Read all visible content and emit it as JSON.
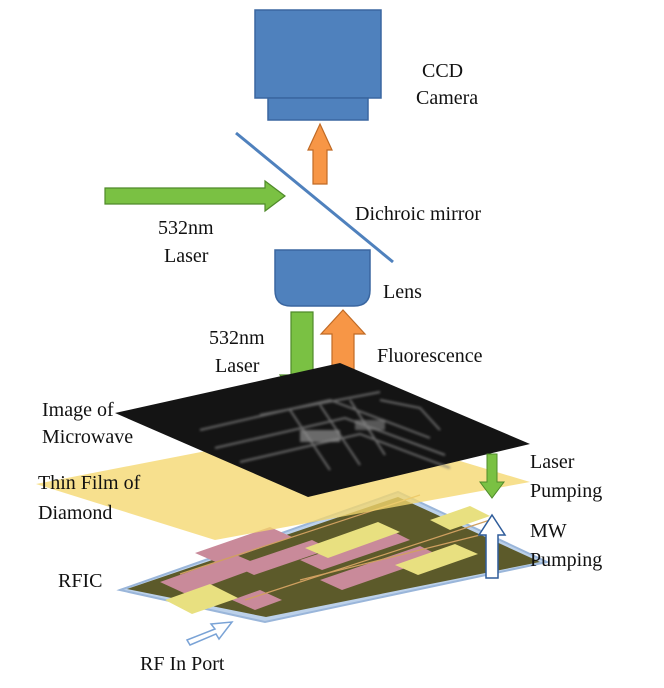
{
  "labels": {
    "ccd_line1": "CCD",
    "ccd_line2": "Camera",
    "laser_top_line1": "532nm",
    "laser_top_line2": "Laser",
    "dichroic": "Dichroic mirror",
    "lens": "Lens",
    "laser_mid_line1": "532nm",
    "laser_mid_line2": "Laser",
    "fluorescence": "Fluorescence",
    "image_line1": "Image of",
    "image_line2": "Microwave",
    "film_line1": "Thin Film of",
    "film_line2": "Diamond",
    "laser_pumping_line1": "Laser",
    "laser_pumping_line2": "Pumping",
    "mw_pumping_line1": "MW",
    "mw_pumping_line2": "Pumping",
    "rfic": "RFIC",
    "rf_in_port": "RF In Port"
  },
  "colors": {
    "optics_blue": "#4f81bd",
    "optics_blue_edge": "#3a66a0",
    "laser_green": "#7ac143",
    "laser_green_edge": "#4f8a2a",
    "fluorescence_orange": "#f79646",
    "fluorescence_edge": "#c06a25",
    "diamond_yellow": "#f5d76e",
    "rfic_board": "#5c5a2a",
    "rfic_pink": "#c98a9a",
    "rfic_yellow": "#e8e080",
    "mw_arrow_edge": "#2f5c9a"
  }
}
